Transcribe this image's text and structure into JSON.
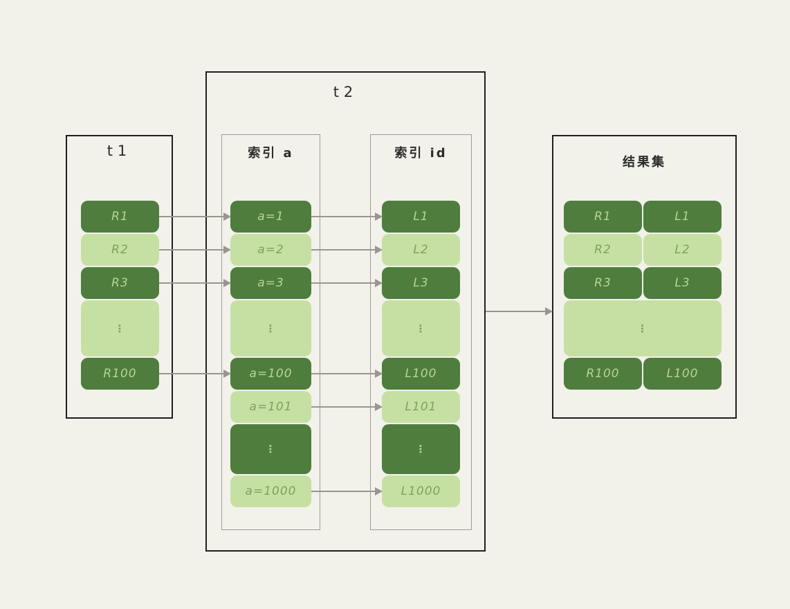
{
  "colors": {
    "bg": "#f2f1ea",
    "cellDark": "#4f7d3e",
    "cellLight": "#c6e0a4",
    "textOnDark": "#b7d595",
    "textOnLight": "#7fa257",
    "borderDark": "#1f1f1f",
    "borderGray": "#9b9a97",
    "arrow": "#98978f",
    "text": "#2b2b2b"
  },
  "t1": {
    "title": "t1",
    "rows": [
      {
        "label": "R1",
        "tone": "dark"
      },
      {
        "label": "R2",
        "tone": "light"
      },
      {
        "label": "R3",
        "tone": "dark"
      },
      {
        "label": "⋮",
        "tone": "light",
        "tall": 1,
        "ellipsis": true
      },
      {
        "label": "R100",
        "tone": "dark"
      }
    ]
  },
  "t2": {
    "title": "t2",
    "index_a": {
      "title": "索引 a",
      "rows": [
        {
          "label": "a=1",
          "tone": "dark"
        },
        {
          "label": "a=2",
          "tone": "light"
        },
        {
          "label": "a=3",
          "tone": "dark"
        },
        {
          "label": "⋮",
          "tone": "light",
          "tall": 1,
          "ellipsis": true
        },
        {
          "label": "a=100",
          "tone": "dark"
        },
        {
          "label": "a=101",
          "tone": "light"
        },
        {
          "label": "⋮",
          "tone": "dark",
          "tall": 2,
          "ellipsis": true
        },
        {
          "label": "a=1000",
          "tone": "light"
        }
      ]
    },
    "index_id": {
      "title": "索引 id",
      "rows": [
        {
          "label": "L1",
          "tone": "dark"
        },
        {
          "label": "L2",
          "tone": "light"
        },
        {
          "label": "L3",
          "tone": "dark"
        },
        {
          "label": "⋮",
          "tone": "light",
          "tall": 1,
          "ellipsis": true
        },
        {
          "label": "L100",
          "tone": "dark"
        },
        {
          "label": "L101",
          "tone": "light"
        },
        {
          "label": "⋮",
          "tone": "dark",
          "tall": 2,
          "ellipsis": true
        },
        {
          "label": "L1000",
          "tone": "light"
        }
      ]
    }
  },
  "result": {
    "title": "结果集",
    "rows": [
      {
        "c0": "R1",
        "c1": "L1",
        "tone": "dark"
      },
      {
        "c0": "R2",
        "c1": "L2",
        "tone": "light"
      },
      {
        "c0": "R3",
        "c1": "L3",
        "tone": "dark"
      },
      {
        "c0": "⋮",
        "tone": "light",
        "tall": 1,
        "span": true,
        "ellipsis": true
      },
      {
        "c0": "R100",
        "c1": "L100",
        "tone": "dark"
      }
    ]
  }
}
